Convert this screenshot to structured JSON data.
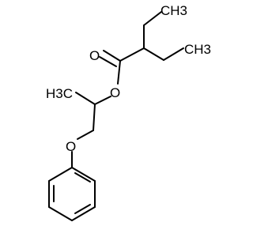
{
  "atoms": {
    "ch3_top": "CH3",
    "ch3_right": "CH3",
    "o_carbonyl": "O",
    "o_ester": "O",
    "h3c_left": "H3C",
    "o_ether": "O"
  },
  "colors": {
    "bond": "#000000",
    "text": "#000000",
    "background": "#ffffff"
  }
}
